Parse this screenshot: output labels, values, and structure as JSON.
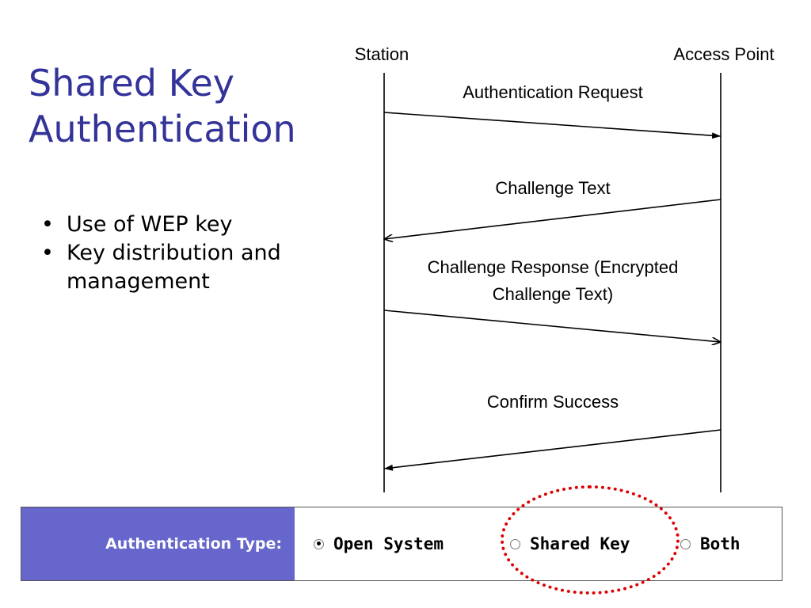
{
  "title": {
    "line1": "Shared Key",
    "line2": "Authentication"
  },
  "bullets": [
    "Use of WEP key",
    "Key distribution and management"
  ],
  "bullet_glyph": "•",
  "diagram": {
    "participants": {
      "left": "Station",
      "right": "Access Point"
    },
    "messages": [
      {
        "direction": "station-to-ap",
        "lines": [
          "Authentication Request"
        ]
      },
      {
        "direction": "ap-to-station",
        "lines": [
          "Challenge Text"
        ]
      },
      {
        "direction": "station-to-ap",
        "lines": [
          "Challenge Response (Encrypted",
          "Challenge Text)"
        ]
      },
      {
        "direction": "ap-to-station",
        "lines": [
          "Confirm Success"
        ]
      }
    ]
  },
  "auth_panel": {
    "label": "Authentication Type:",
    "options": [
      {
        "label": "Open System",
        "selected": true
      },
      {
        "label": "Shared Key",
        "selected": false
      },
      {
        "label": "Both",
        "selected": false
      }
    ],
    "label_bg_color": "#6666cc",
    "highlighted_option": "Shared Key",
    "highlight_color": "#dd0000"
  },
  "colors": {
    "title": "#333399"
  }
}
